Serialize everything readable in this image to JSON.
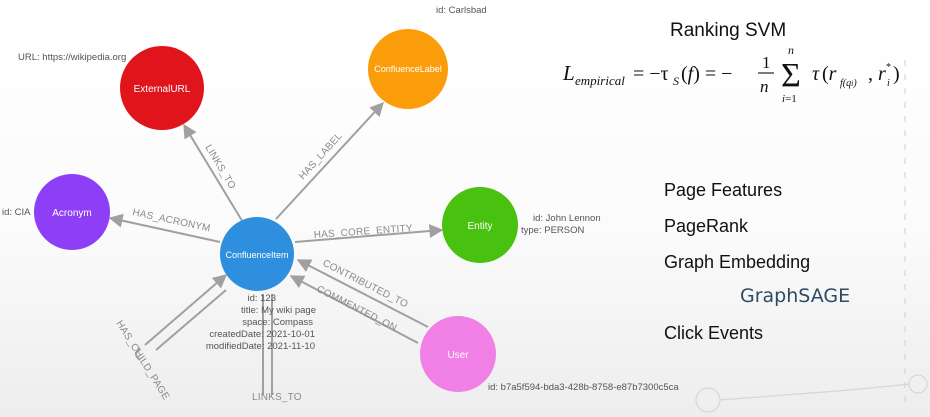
{
  "nodes": {
    "external_url": {
      "label": "ExternalURL",
      "color": "#e0151b",
      "prop": "URL: https://wikipedia.org"
    },
    "confluence_label": {
      "label": "ConfluenceLabel",
      "color": "#fb9d0a",
      "prop": "id: Carlsbad"
    },
    "acronym": {
      "label": "Acronym",
      "color": "#8e3ff5",
      "prop": "id: CIA"
    },
    "confluence_item": {
      "label": "ConfluenceItem",
      "color": "#2d8fde",
      "props": [
        "id: 123",
        "title: My wiki page",
        "space: Compass",
        "createdDate: 2021-10-01",
        "modifiedDate: 2021-11-10"
      ]
    },
    "entity": {
      "label": "Entity",
      "color": "#48c10f",
      "props": [
        "id: John Lennon",
        "type: PERSON"
      ]
    },
    "user": {
      "label": "User",
      "color": "#f07fe6",
      "prop": "id: b7a5f594-bda3-428b-8758-e87b7300c5ca"
    }
  },
  "edges": {
    "links_to_external": "LINKS_TO",
    "has_label": "HAS_LABEL",
    "has_acronym": "HAS_ACRONYM",
    "has_core_entity": "HAS_CORE_ENTITY",
    "contributed_to": "CONTRIBUTED_TO",
    "commented_on": "COMMENTED_ON",
    "has_child_page": "HAS_CHILD_PAGE",
    "links_to_self": "LINKS_TO"
  },
  "right_panel": {
    "title": "Ranking SVM",
    "features": [
      "Page Features",
      "PageRank",
      "Graph Embedding"
    ],
    "sub_feature": "GraphSAGE",
    "last_feature": "Click Events"
  },
  "colors": {
    "edge": "#a0a0a0",
    "text": "#111111",
    "graphsage": "#2e4a66"
  }
}
